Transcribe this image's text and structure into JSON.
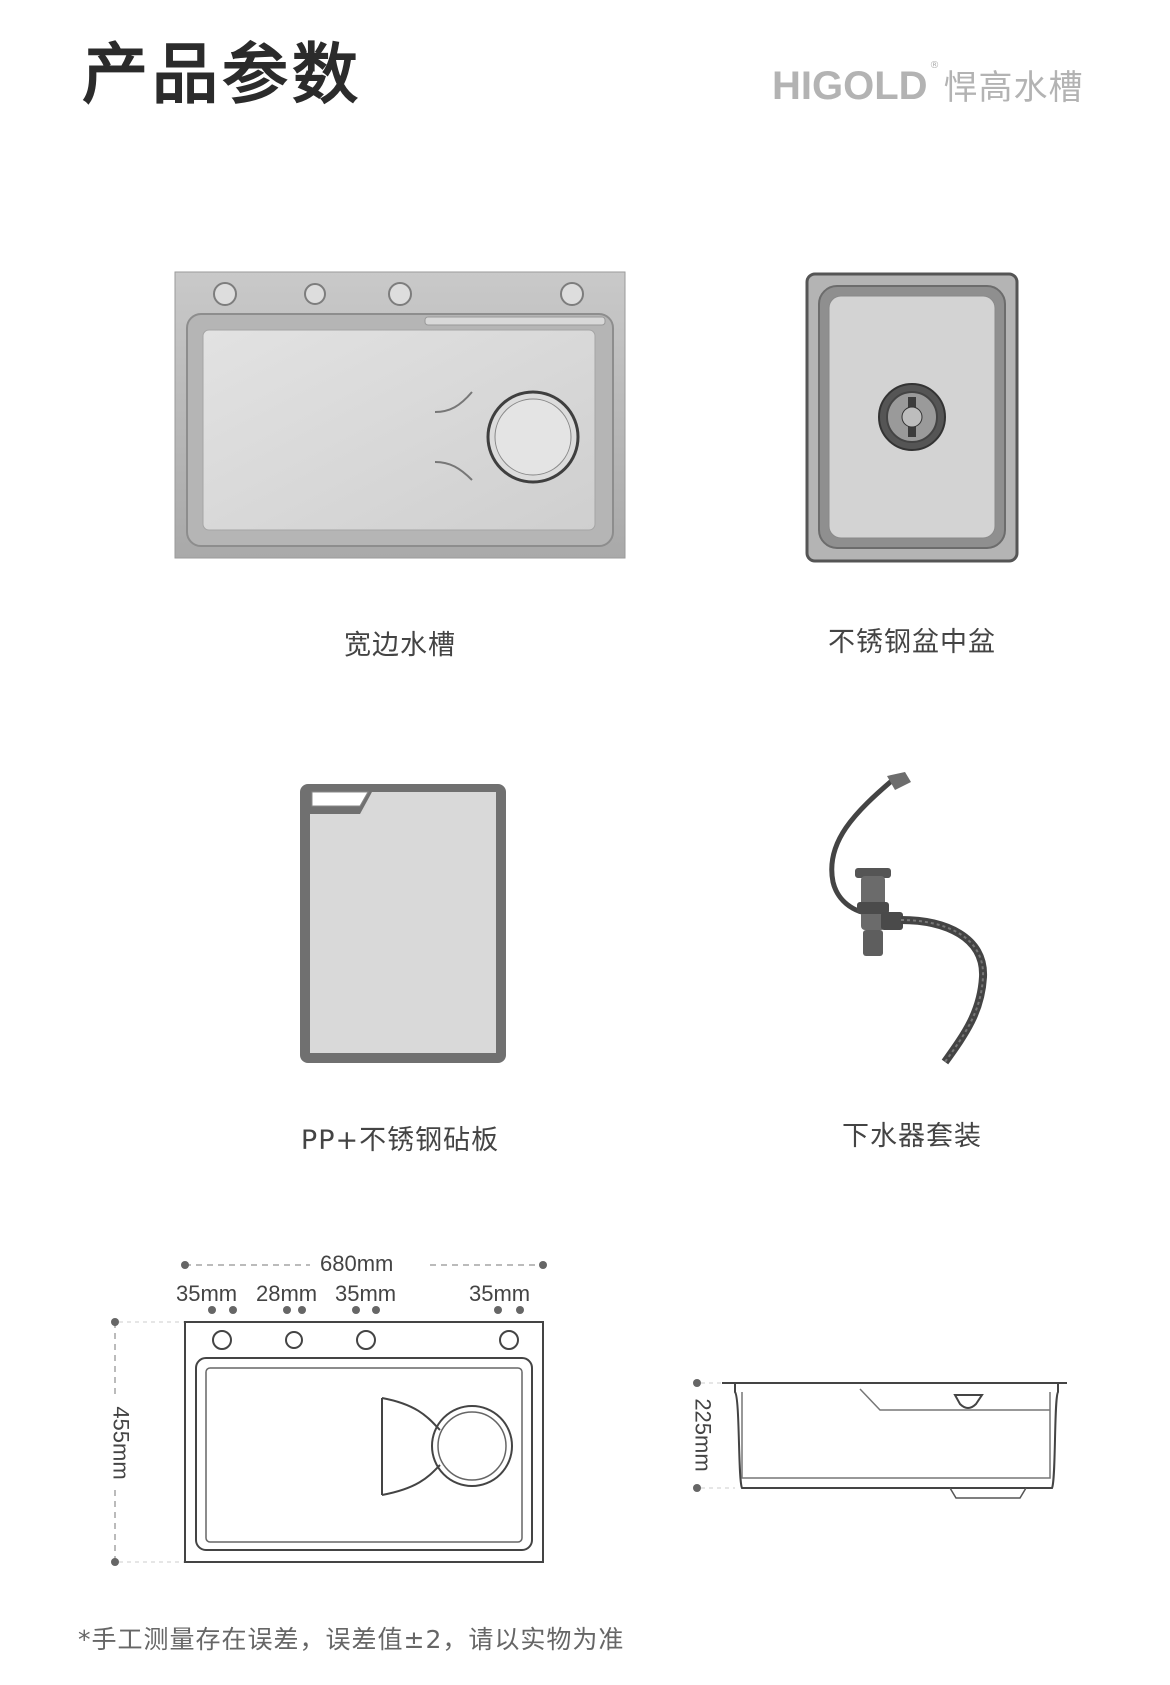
{
  "header": {
    "title": "产品参数",
    "brand_en": "HIGOLD",
    "brand_reg": "®",
    "brand_cn": "悍高水槽"
  },
  "products": [
    {
      "caption": "宽边水槽",
      "icon": "wide-sink-image"
    },
    {
      "caption": "不锈钢盆中盆",
      "icon": "inner-basin-image"
    },
    {
      "caption": "PP+不锈钢砧板",
      "icon": "cutting-board-image"
    },
    {
      "caption": "下水器套装",
      "icon": "drain-kit-image"
    }
  ],
  "dimensions": {
    "total_width": "680mm",
    "hole_spacing_1": "35mm",
    "hole_spacing_2": "28mm",
    "hole_spacing_3": "35mm",
    "hole_spacing_4": "35mm",
    "depth": "455mm",
    "height": "225mm"
  },
  "footnote": "*手工测量存在误差，误差值±2，请以实物为准"
}
